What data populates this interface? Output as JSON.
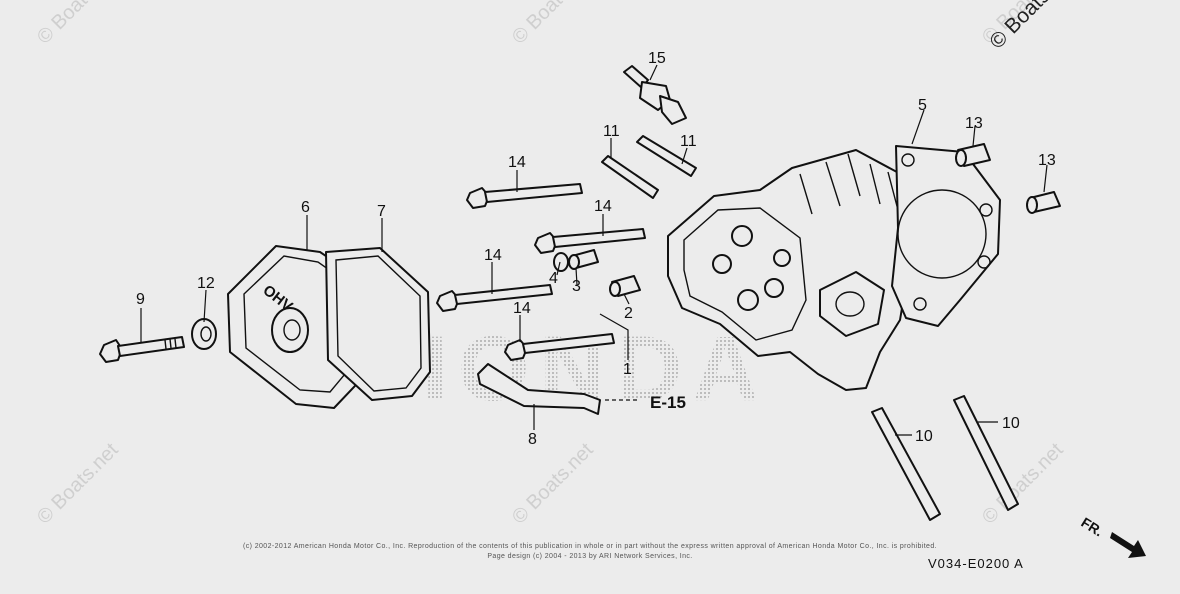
{
  "watermarks": [
    "© Boats.net",
    "© Boats.net",
    "© Boats.net",
    "© Boats.net",
    "© Boats.net",
    "© Boats.net",
    "© Boats.net"
  ],
  "copyright": {
    "line1": "(c) 2002-2012 American Honda Motor Co., Inc. Reproduction of the contents of this publication in whole or in part without the express written approval of American Honda Motor Co., Inc. is prohibited.",
    "line2": "Page design (c) 2004 - 2013 by ARI Network Services, Inc."
  },
  "diagram_code": "V034-E0200 A",
  "ref_label": "E-15",
  "direction_label": "FR.",
  "cover_text": "OHV",
  "logo_text": "HONDA",
  "callouts": {
    "c1": "1",
    "c2": "2",
    "c3": "3",
    "c4": "4",
    "c5": "5",
    "c6": "6",
    "c7": "7",
    "c8": "8",
    "c9": "9",
    "c10a": "10",
    "c10b": "10",
    "c11a": "11",
    "c11b": "11",
    "c12": "12",
    "c13a": "13",
    "c13b": "13",
    "c14a": "14",
    "c14b": "14",
    "c14c": "14",
    "c14d": "14",
    "c15": "15"
  }
}
